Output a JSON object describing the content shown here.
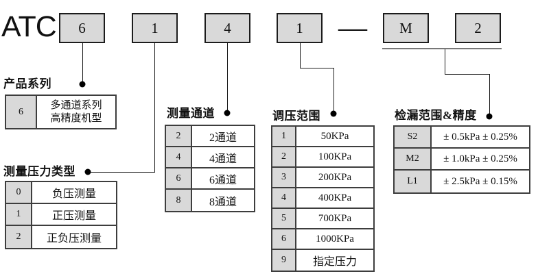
{
  "title": "ATC",
  "code": {
    "series": "6",
    "pressure_type": "1",
    "channels": "4",
    "regulation": "1",
    "separator": "—",
    "leak_grade": "M",
    "leak_accuracy": "2"
  },
  "sections": {
    "series": {
      "header": "产品系列",
      "row": {
        "code": "6",
        "line1": "多通道系列",
        "line2": "高精度机型"
      }
    },
    "pressure_type": {
      "header": "测量压力类型",
      "rows": [
        {
          "code": "0",
          "label": "负压测量"
        },
        {
          "code": "1",
          "label": "正压测量"
        },
        {
          "code": "2",
          "label": "正负压测量"
        }
      ]
    },
    "channels": {
      "header": "测量通道",
      "rows": [
        {
          "code": "2",
          "label": "2通道"
        },
        {
          "code": "4",
          "label": "4通道"
        },
        {
          "code": "6",
          "label": "6通道"
        },
        {
          "code": "8",
          "label": "8通道"
        }
      ]
    },
    "regulation": {
      "header": "调压范围",
      "rows": [
        {
          "code": "1",
          "label": "50KPa"
        },
        {
          "code": "2",
          "label": "100KPa"
        },
        {
          "code": "3",
          "label": "200KPa"
        },
        {
          "code": "4",
          "label": "400KPa"
        },
        {
          "code": "5",
          "label": "700KPa"
        },
        {
          "code": "6",
          "label": "1000KPa"
        },
        {
          "code": "9",
          "label": "指定压力"
        }
      ]
    },
    "leak": {
      "header": "检漏范围&精度",
      "rows": [
        {
          "code": "S2",
          "label": "± 0.5kPa ± 0.25%"
        },
        {
          "code": "M2",
          "label": "± 1.0kPa ± 0.25%"
        },
        {
          "code": "L1",
          "label": "± 2.5kPa ± 0.15%"
        }
      ]
    }
  },
  "colors": {
    "box_fill": "#d9d9d9",
    "cell_fill": "#d9d9d9",
    "border": "#3d3d3d",
    "line": "#1a1a1a"
  }
}
